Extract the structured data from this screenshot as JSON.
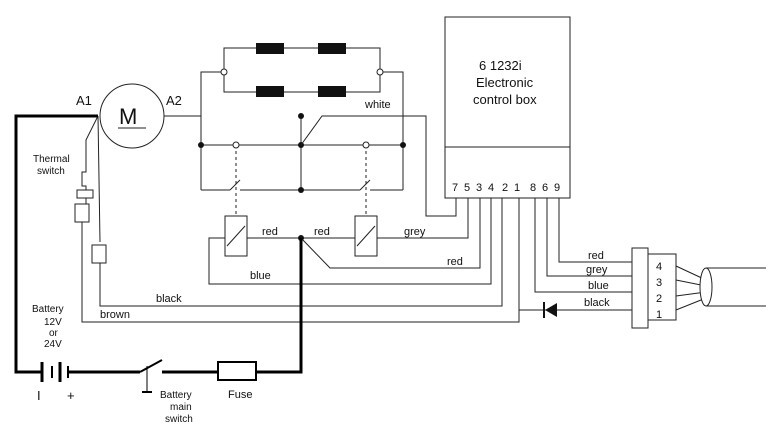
{
  "motor": {
    "symbol": "M",
    "terminal_a1": "A1",
    "terminal_a2": "A2"
  },
  "thermal_switch": {
    "line1": "Thermal",
    "line2": "switch"
  },
  "control_box": {
    "model": "6 1232i",
    "line1": "Electronic",
    "line2": "control box",
    "pins": [
      "7",
      "5",
      "3",
      "4",
      "2",
      "1",
      "8",
      "6",
      "9"
    ]
  },
  "wire_labels": {
    "white": "white",
    "red_left": "red",
    "red_right": "red",
    "grey_top": "grey",
    "red_lower": "red",
    "blue": "blue",
    "black": "black",
    "brown": "brown"
  },
  "connector": {
    "wires": [
      "red",
      "grey",
      "blue",
      "black"
    ],
    "pins": [
      "4",
      "3",
      "2",
      "1"
    ]
  },
  "battery": {
    "line1": "Battery",
    "line2": "12V",
    "line3": "or",
    "line4": "24V",
    "neg": "I",
    "pos": "+"
  },
  "main_switch": {
    "line1": "Battery",
    "line2": "main",
    "line3": "switch"
  },
  "fuse": {
    "label": "Fuse"
  }
}
